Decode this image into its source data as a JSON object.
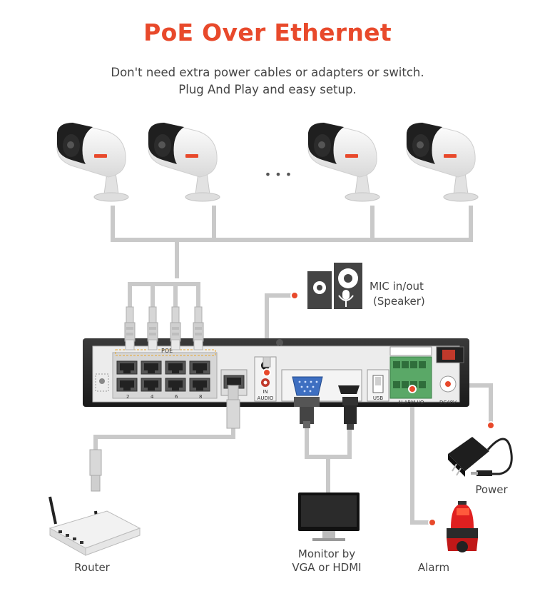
{
  "title": "PoE Over Ethernet",
  "subtitle_line1": "Don't need extra power cables or adapters or switch.",
  "subtitle_line2": "Plug And Play and easy setup.",
  "colors": {
    "accent": "#e8492b",
    "cable": "#c9c9c9",
    "nvr_body": "#2b2b2b",
    "nvr_panel": "#e9e9e9"
  },
  "camera_ellipsis": "• • •",
  "nvr": {
    "poe_label": "POE",
    "port_numbers": [
      "2",
      "4",
      "6",
      "8"
    ],
    "audio_label": "AUDIO",
    "audio_in_label": "IN",
    "usb_label": "USB",
    "alarm_io_label": "ALARM I/O",
    "dc_label": "DC48V"
  },
  "labels": {
    "mic": "MIC in/out",
    "speaker": "(Speaker)",
    "power": "Power",
    "router": "Router",
    "monitor_line1": "Monitor by",
    "monitor_line2": "VGA or HDMI",
    "alarm": "Alarm"
  }
}
